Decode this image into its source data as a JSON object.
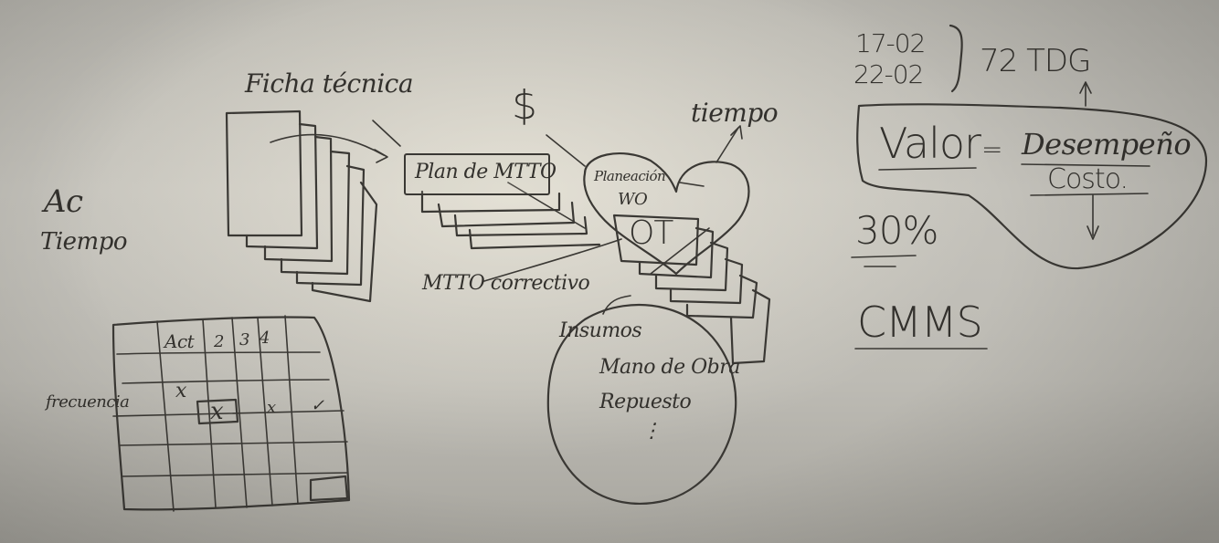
{
  "whiteboard": {
    "left_panel": {
      "ficha_tecnica": "Ficha técnica",
      "ac_tiempo_line1": "Ac",
      "ac_tiempo_line2": "Tiempo",
      "matrix_header_act": "Act",
      "matrix_header_2": "2",
      "matrix_header_3": "3",
      "matrix_header_4": "4",
      "matrix_row_label": "frecuencia",
      "matrix_marks": [
        "x",
        "x",
        "x",
        "✓"
      ]
    },
    "center_panel": {
      "dollar": "$",
      "plan_mtto": "Plan de MTTO",
      "planeacion_line1": "Planeación",
      "planeacion_line2": "WO",
      "ot": "OT",
      "tiempo": "tiempo",
      "mtto_correctivo": "MTTO correctivo",
      "insumos_line1": "Insumos",
      "insumos_line2": "Mano de Obra",
      "insumos_line3": "Repuesto",
      "insumos_line4": "⋮"
    },
    "right_panel": {
      "date_1": "17-02",
      "date_2": "22-02",
      "bracket_note": "72 TDG",
      "valor": "Valor",
      "equals": "=",
      "desempeno": "Desempeño",
      "costo": "Costo.",
      "percent": "30%",
      "cmms": "CMMS"
    }
  }
}
